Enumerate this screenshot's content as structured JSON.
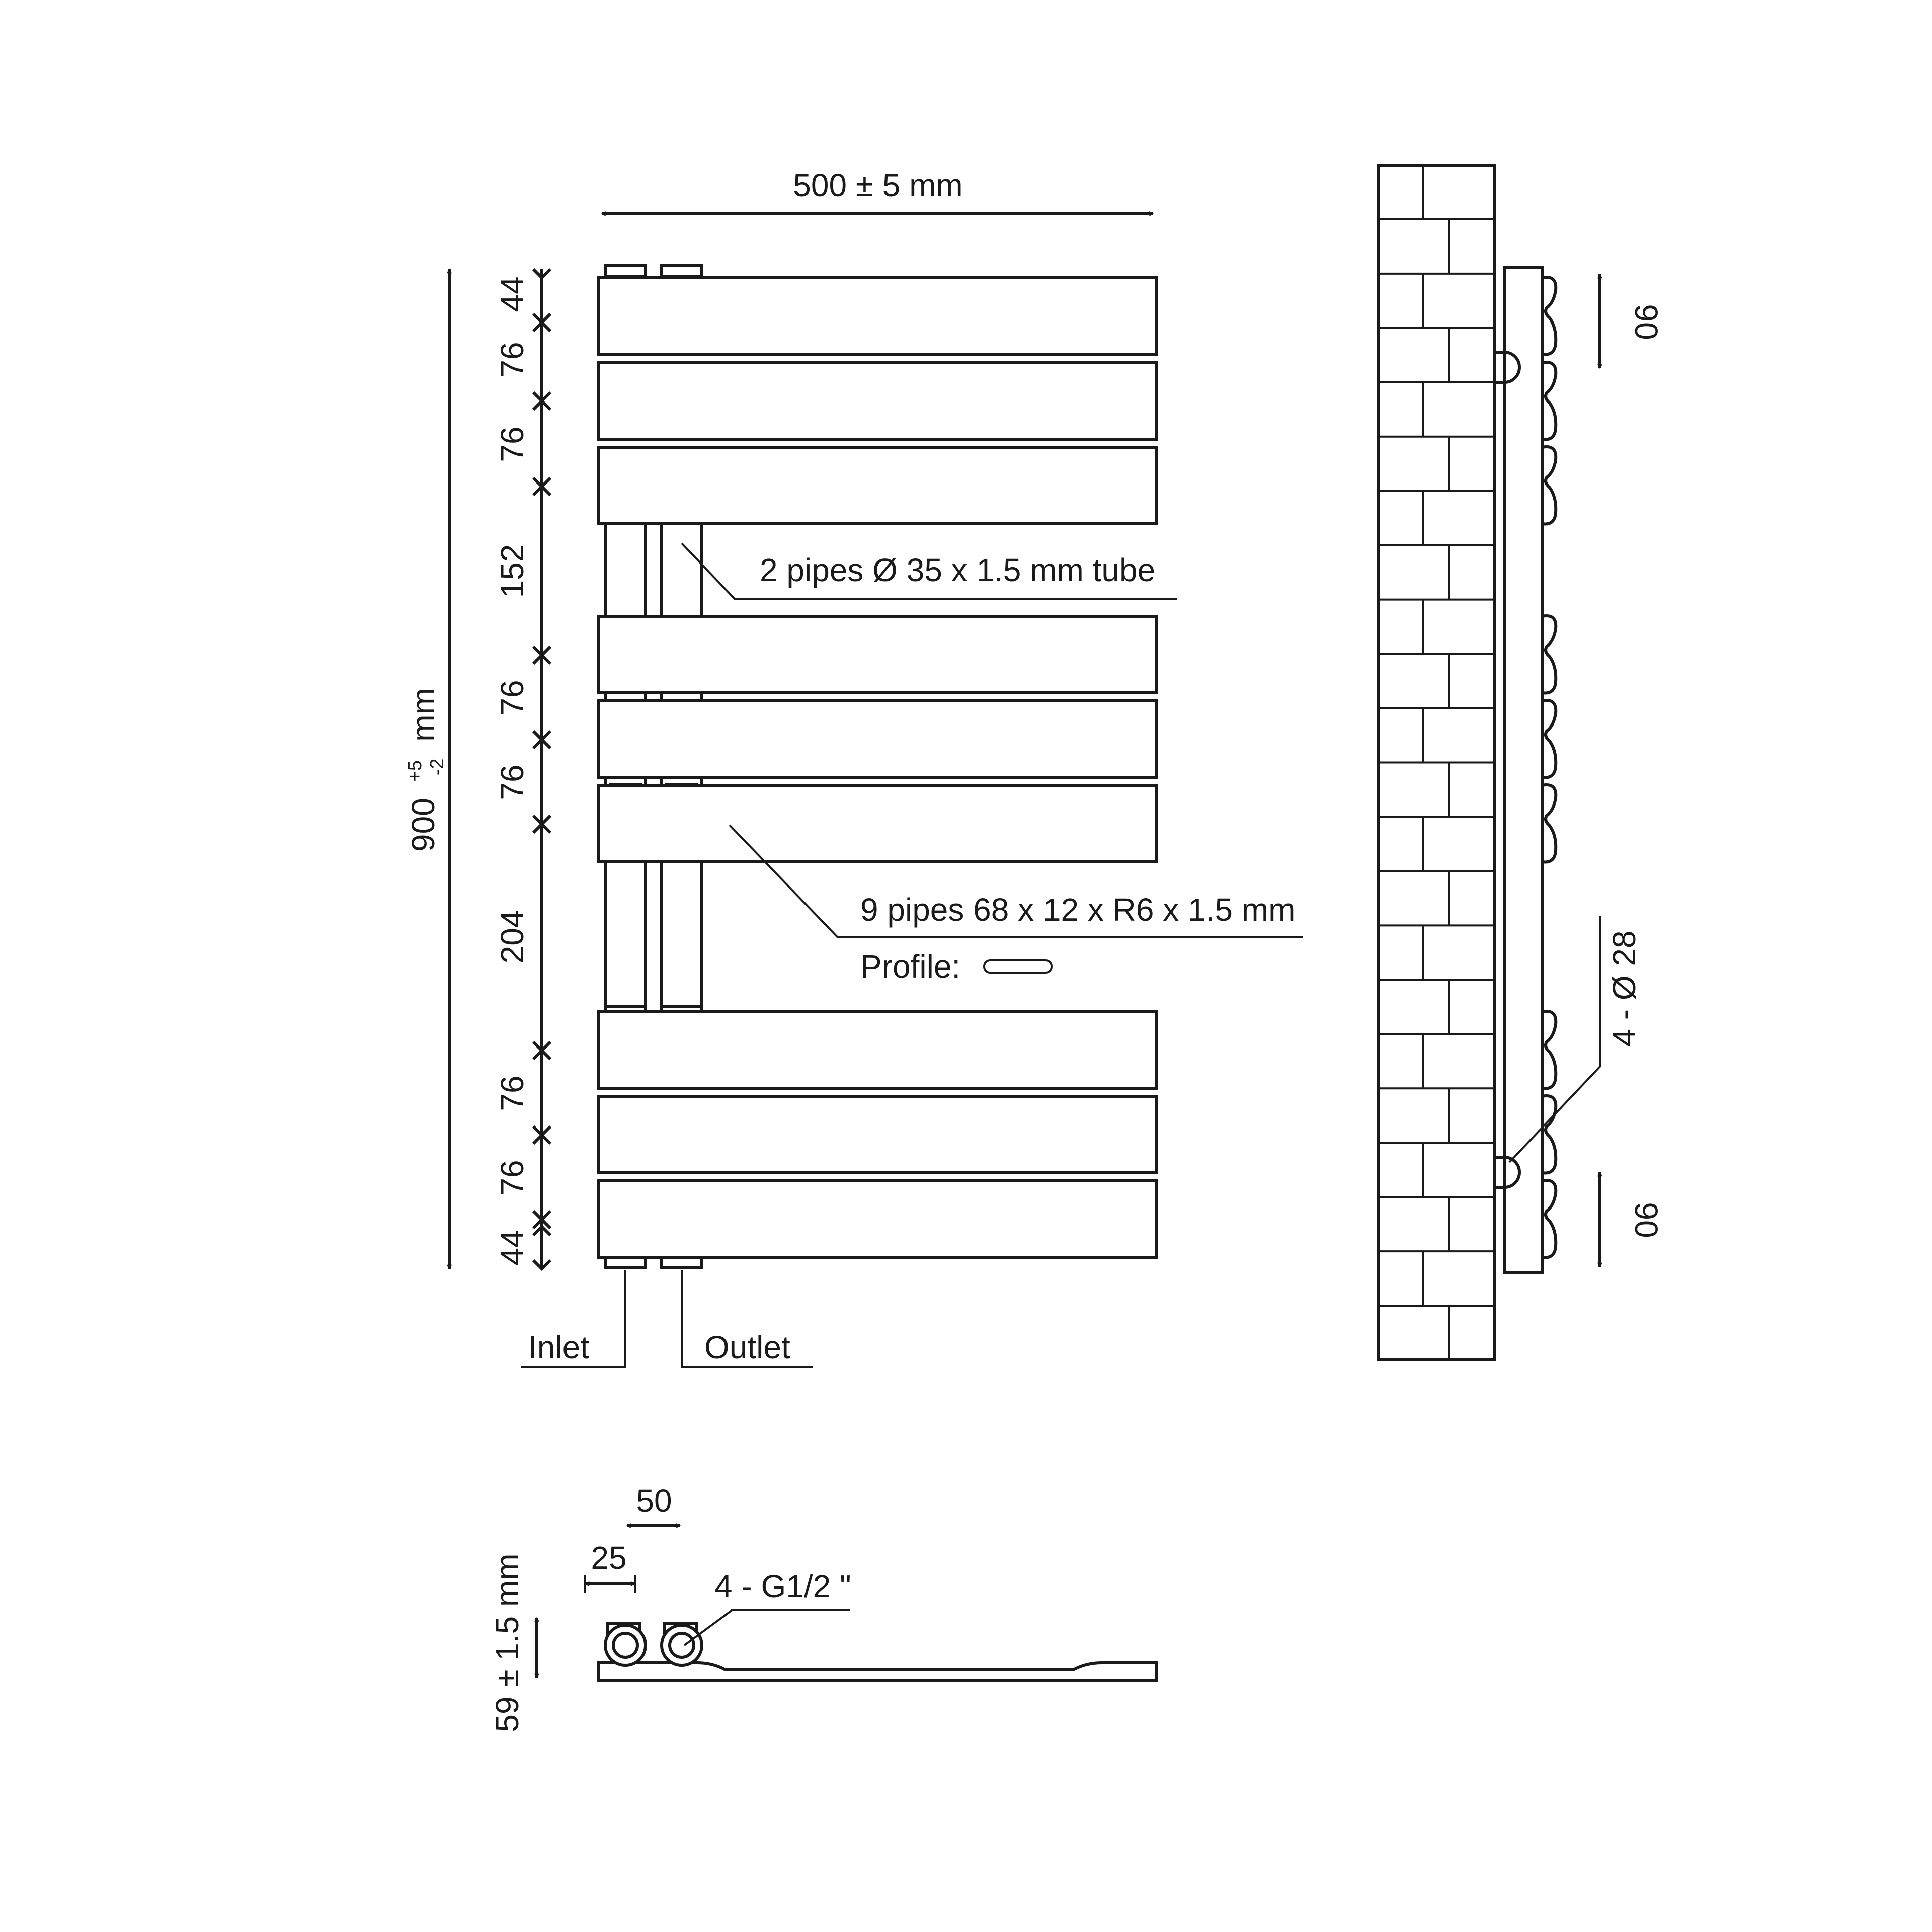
{
  "front_view": {
    "width_label": "500 ± 5 mm",
    "height_label_main": "900",
    "height_tol_plus": "+5",
    "height_tol_minus": "-2",
    "height_unit": "mm",
    "segments": [
      "44",
      "76",
      "76",
      "152",
      "76",
      "76",
      "204",
      "76",
      "76",
      "44"
    ],
    "tube_callout": "2 pipes Ø 35 x 1.5 mm tube",
    "pipe_callout": "9 pipes 68 x 12 x R6 x 1.5 mm",
    "profile_label": "Profile:",
    "inlet_label": "Inlet",
    "outlet_label": "Outlet"
  },
  "side_view": {
    "top_spacing": "90",
    "bottom_spacing": "90",
    "mount_holes": "4 - Ø 28"
  },
  "bottom_view": {
    "pitch": "50",
    "offset": "25",
    "depth": "59 ± 1.5 mm",
    "connections": "4 - G1/2 \""
  }
}
